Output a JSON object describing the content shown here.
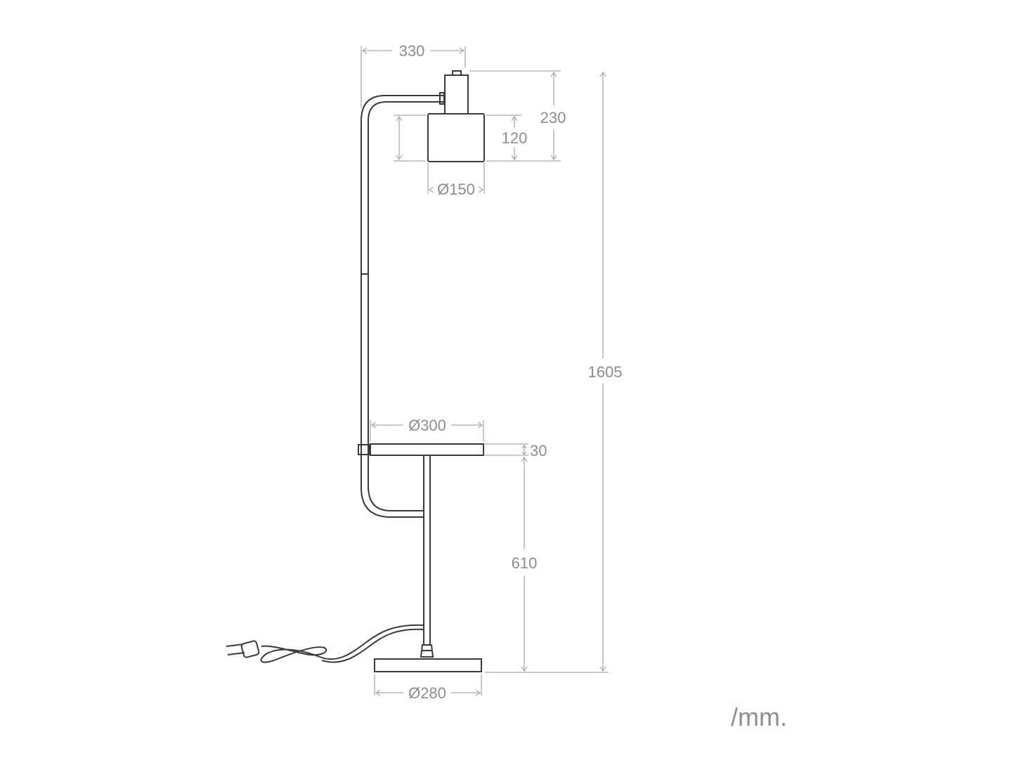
{
  "dimensions": {
    "total_width": "330",
    "head_height": "230",
    "shade_height": "120",
    "shade_diameter": "Ø150",
    "total_height": "1605",
    "table_diameter": "Ø300",
    "table_thickness": "30",
    "table_height": "610",
    "base_diameter": "Ø280"
  },
  "unit": "/mm.",
  "colors": {
    "line": "#3a3a3a",
    "dimension": "#a8acaa",
    "text": "#8a8f8d"
  }
}
